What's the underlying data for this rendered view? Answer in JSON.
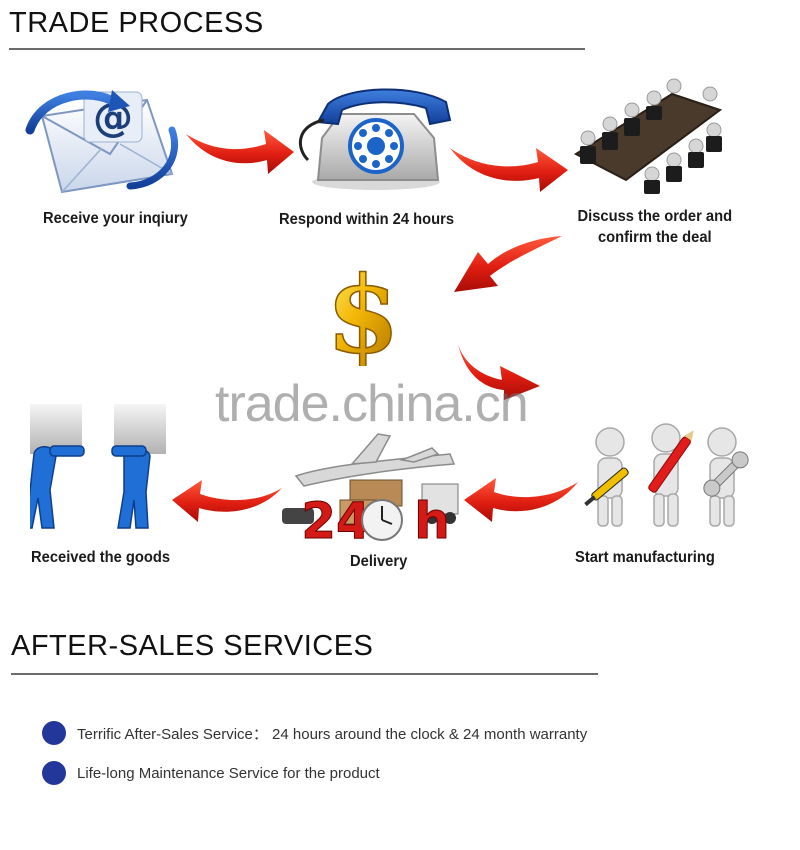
{
  "trade_process": {
    "title": "TRADE PROCESS",
    "steps": [
      {
        "label": "Receive your inqiury",
        "icon": "email-icon"
      },
      {
        "label": "Respond within 24 hours",
        "icon": "telephone-icon"
      },
      {
        "label": "Discuss the order and confirm the deal",
        "icon": "meeting-table-icon"
      },
      {
        "label": "",
        "icon": "dollar-icon"
      },
      {
        "label": "Start manufacturing",
        "icon": "tools-workers-icon"
      },
      {
        "label": "Delivery",
        "icon": "delivery-24h-icon"
      },
      {
        "label": "Received the goods",
        "icon": "receiving-figures-icon"
      }
    ]
  },
  "watermark": "trade.china.cn",
  "after_sales": {
    "title": "AFTER-SALES SERVICES",
    "items": [
      "Terrific After-Sales Service： 24 hours around the clock & 24 month warranty",
      "Life-long Maintenance Service for the product"
    ]
  },
  "colors": {
    "arrow": "#e01e12",
    "bullet": "#23379b",
    "rule": "#6b6b6b",
    "dollar": "#f2b705"
  }
}
